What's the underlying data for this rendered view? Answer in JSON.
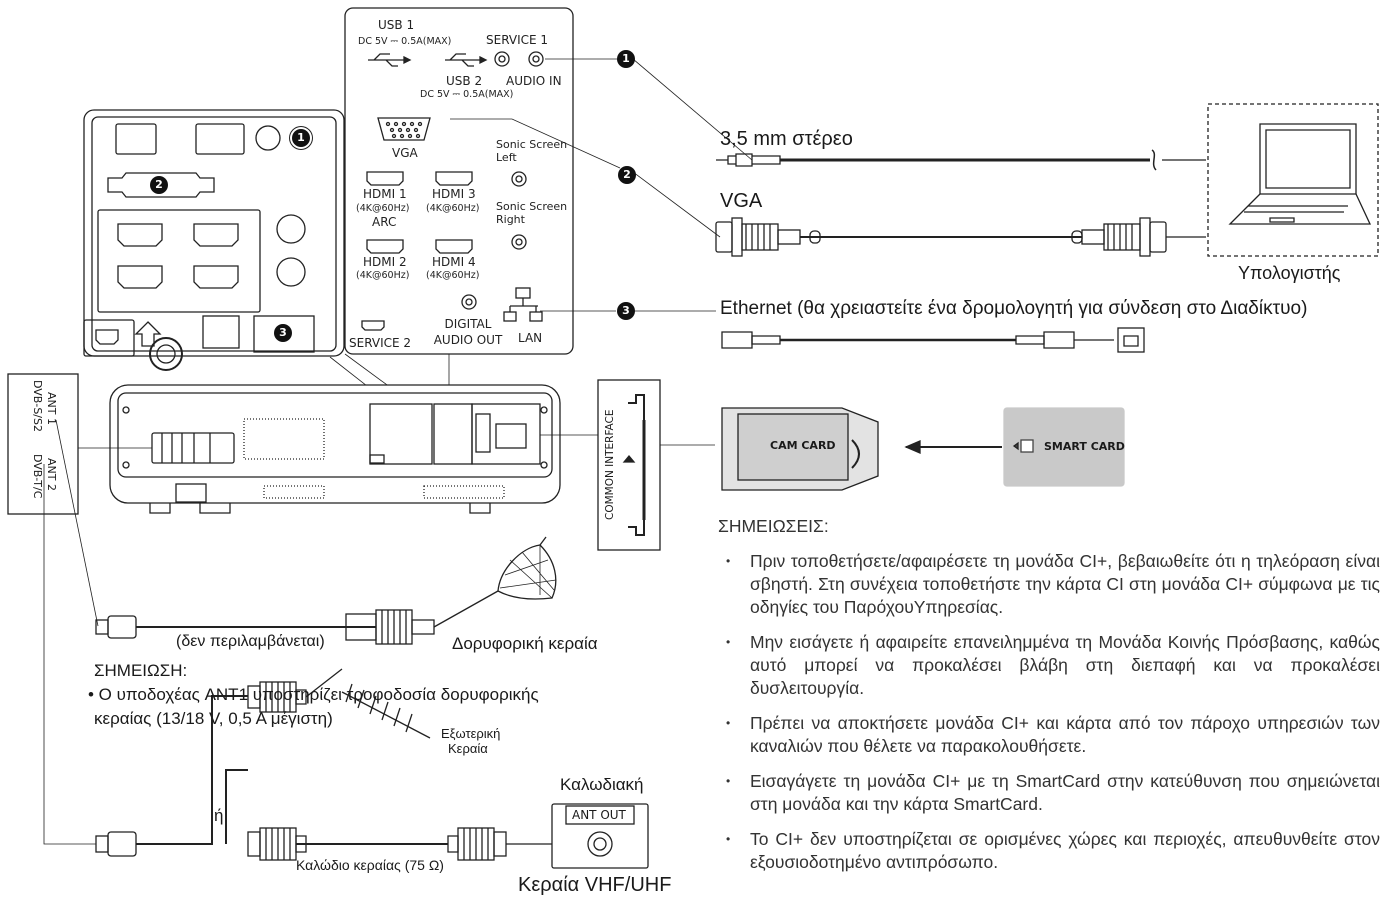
{
  "panel": {
    "usb1": "USB 1",
    "usb1_power": "DC 5V ⎓ 0.5A(MAX)",
    "service1": "SERVICE 1",
    "usb2": "USB 2",
    "usb2_power": "DC 5V ⎓ 0.5A(MAX)",
    "audio_in": "AUDIO IN",
    "vga": "VGA",
    "sonic_left": "Sonic Screen Left",
    "sonic_right": "Sonic Screen Right",
    "hdmi1": "HDMI 1",
    "hdmi1_spec": "(4K@60Hz)",
    "arc": "ARC",
    "hdmi3": "HDMI 3",
    "hdmi3_spec": "(4K@60Hz)",
    "hdmi2": "HDMI 2",
    "hdmi2_spec": "(4K@60Hz)",
    "hdmi4": "HDMI 4",
    "hdmi4_spec": "(4K@60Hz)",
    "digital_audio_out": "DIGITAL AUDIO OUT",
    "service2": "SERVICE 2",
    "lan": "LAN"
  },
  "badges": [
    "1",
    "2",
    "3"
  ],
  "cables": {
    "stereo": "3,5 mm στέρεο",
    "vga": "VGA",
    "ethernet": "Ethernet (θα χρειαστείτε ένα δρομολογητή για σύνδεση στο Διαδίκτυο)",
    "computer": "Υπολογιστής"
  },
  "ci": {
    "common_interface": "COMMON INTERFACE",
    "cam_card": "CAM CARD",
    "smart_card": "SMART CARD"
  },
  "antenna": {
    "ant1": "ANT 1",
    "ant1_type": "DVB-S/S2",
    "ant2": "ANT 2",
    "ant2_type": "DVB-T/C",
    "not_included": "(δεν περιλαμβάνεται)",
    "satellite": "Δορυφορική κεραία",
    "note_title": "ΣΗΜΕΙΩΣΗ:",
    "note_text_1": "• Ο υποδοχέας ANT1 υποστηρίζει τροφοδοσία δορυφορικής",
    "note_text_2": "κεραίας (13/18 V, 0,5 A μέγιστη)",
    "external_1": "Εξωτερική",
    "external_2": "Κεραία",
    "or": "ή",
    "cable_label": "Καλώδιο κεραίας (75 Ω)",
    "cable_tv": "Καλωδιακή",
    "ant_out": "ANT OUT",
    "vhf_uhf": "Κεραία VHF/UHF"
  },
  "notes": {
    "title": "ΣΗΜΕΙΩΣΕΙΣ:",
    "items": [
      "Πριν τοποθετήσετε/αφαιρέσετε τη μονάδα CI+, βεβαιωθείτε ότι η τηλεόραση είναι σβηστή. Στη συνέχεια τοποθετήστε την κάρτα CI στη μονάδα CI+ σύμφωνα με τις οδηγίες του ΠαρόχουΥπηρεσίας.",
      "Μην εισάγετε ή αφαιρείτε επανειλημμένα τη Μονάδα Κοινής Πρόσβασης, καθώς αυτό μπορεί να προκαλέσει βλάβη στη διεπαφή και να προκαλέσει δυσλειτουργία.",
      "Πρέπει να αποκτήσετε μονάδα CI+ και κάρτα από τον πάροχο υπηρεσιών των καναλιών που θέλετε να παρακολουθήσετε.",
      "Εισαγάγετε τη μονάδα CI+ με τη SmartCard στην κατεύθυνση που σημειώνεται στη μονάδα και την κάρτα SmartCard.",
      "Το CI+ δεν υποστηρίζεται σε ορισμένες χώρες και περιοχές, απευθυνθείτε στον εξουσιοδοτημένο αντιπρόσωπο."
    ]
  }
}
